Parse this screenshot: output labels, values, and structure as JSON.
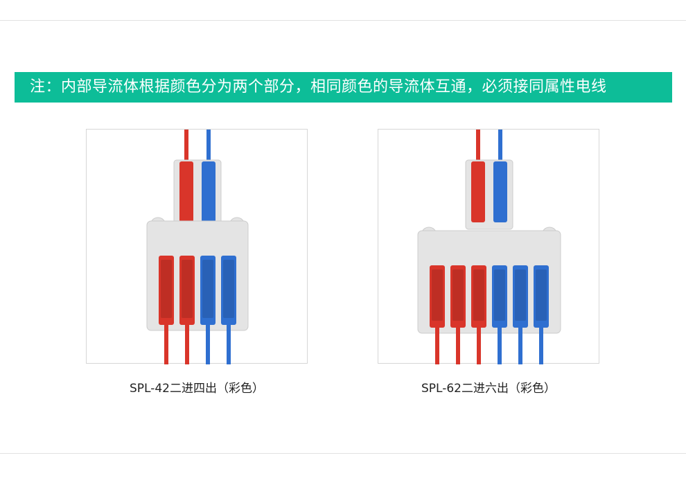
{
  "banner": {
    "text": "注：内部导流体根据颜色分为两个部分，相同颜色的导流体互通，必须接同属性电线"
  },
  "colors": {
    "banner": "#0dbd98",
    "red": "#d9352a",
    "blue": "#2f6fd0",
    "housing": "#e4e4e4"
  },
  "products": [
    {
      "caption": "SPL-42二进四出（彩色）",
      "inputs": [
        "red",
        "blue"
      ],
      "outputs": [
        "red",
        "red",
        "blue",
        "blue"
      ]
    },
    {
      "caption": "SPL-62二进六出（彩色）",
      "inputs": [
        "red",
        "blue"
      ],
      "outputs": [
        "red",
        "red",
        "red",
        "blue",
        "blue",
        "blue"
      ]
    }
  ]
}
